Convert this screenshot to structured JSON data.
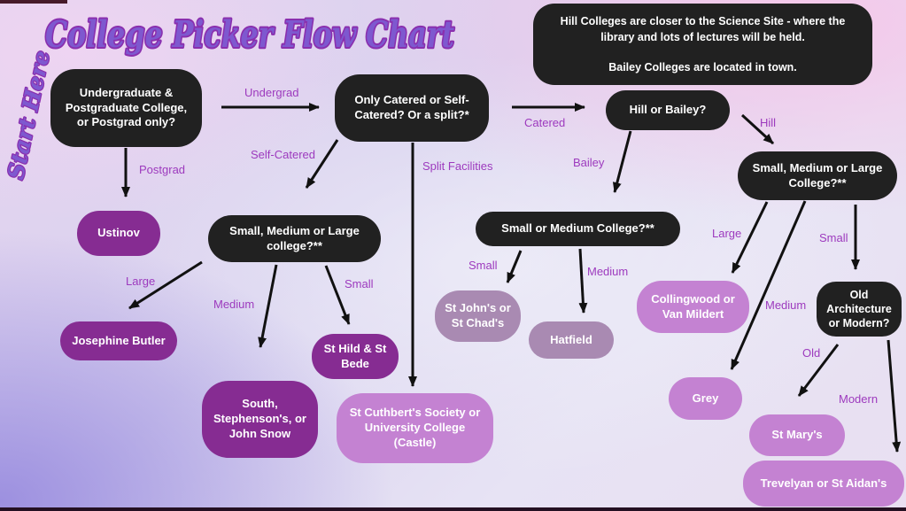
{
  "title": "College Picker Flow Chart",
  "start_here": "Start Here",
  "info_box": {
    "paragraph1": "Hill Colleges are closer to the Science Site - where the library and lots of lectures will be held.",
    "paragraph2": "Bailey Colleges are located in town."
  },
  "nodes": {
    "q_degree": "Undergraduate & Postgraduate College, or Postgrad only?",
    "q_catering": "Only Catered or Self-Catered? Or a split?*",
    "q_hill_bailey": "Hill or Bailey?",
    "q_size_selfcatered": "Small, Medium or Large college?**",
    "q_size_bailey": "Small or Medium  College?**",
    "q_size_hill": "Small, Medium or Large College?**",
    "q_architecture": "Old Architecture or Modern?",
    "ustinov": "Ustinov",
    "josephine_butler": "Josephine Butler",
    "st_hild_bede": "St Hild & St Bede",
    "south_stephenson_johnsnow": "South, Stephenson's, or John Snow",
    "st_cuthberts_castle": "St Cuthbert's Society or University College (Castle)",
    "st_johns_chads": "St John's or St Chad's",
    "hatfield": "Hatfield",
    "collingwood_vanmildert": "Collingwood or Van Mildert",
    "grey": "Grey",
    "st_marys": "St Mary's",
    "trevelyan_st_aidans": "Trevelyan or St Aidan's"
  },
  "edge_labels": {
    "undergrad": "Undergrad",
    "postgrad": "Postgrad",
    "self_catered": "Self-Catered",
    "split_facilities": "Split Facilities",
    "catered": "Catered",
    "bailey": "Bailey",
    "hill": "Hill",
    "large_left": "Large",
    "medium_left": "Medium",
    "small_left": "Small",
    "small_mid": "Small",
    "medium_mid": "Medium",
    "large_right": "Large",
    "medium_right": "Medium",
    "small_right": "Small",
    "old": "Old",
    "modern": "Modern"
  },
  "colors": {
    "question_node": "#212121",
    "result_dark_purple": "#862c92",
    "result_light_purple": "#c482d2",
    "result_mauve": "#a98ab2",
    "edge_label": "#9d3abe",
    "title_fill": "#7e58cf",
    "title_stroke": "#8a2fae",
    "node_text": "#ffffff",
    "arrow": "#111111"
  }
}
